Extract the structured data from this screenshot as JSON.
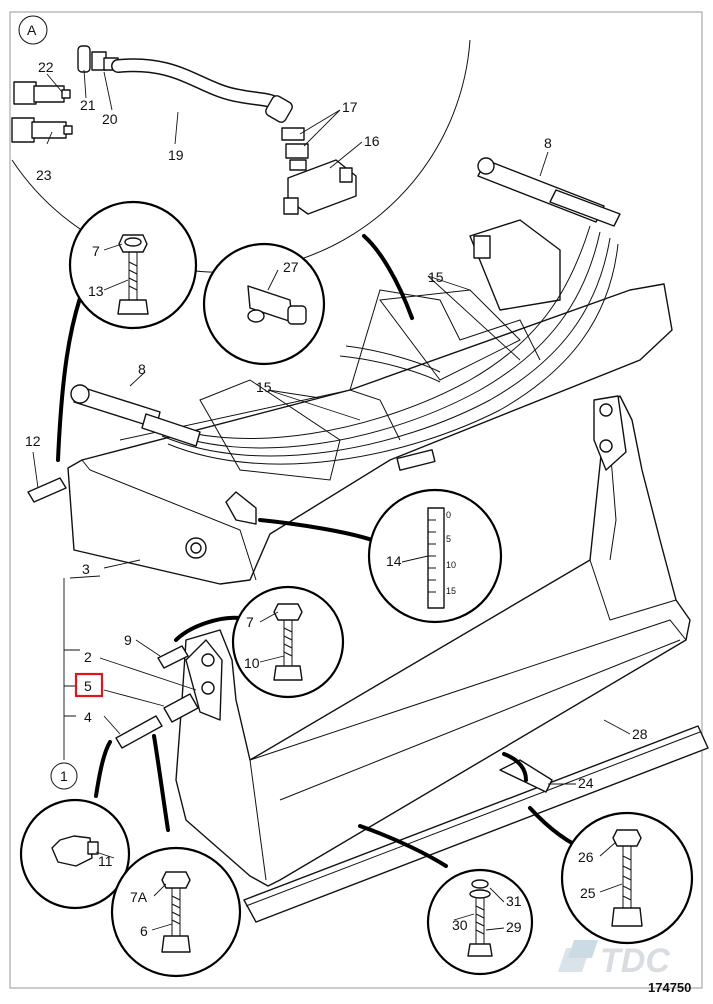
{
  "diagram": {
    "view_marker": "A",
    "highlighted_label": "5",
    "figure_number": "174750",
    "watermark": "TDC",
    "scale_ticks": [
      "0",
      "5",
      "10",
      "15"
    ],
    "part_labels": {
      "p22": "22",
      "p21": "21",
      "p20": "20",
      "p19": "19",
      "p17": "17",
      "p16": "16",
      "p23": "23",
      "p8a": "8",
      "p7a": "7",
      "p13": "13",
      "p27": "27",
      "p15a": "15",
      "p15b": "15",
      "p8b": "8",
      "p12": "12",
      "p14": "14",
      "p3": "3",
      "p9": "9",
      "p7b": "7",
      "p10": "10",
      "p2": "2",
      "p5": "5",
      "p4": "4",
      "p1": "1",
      "p28": "28",
      "p24": "24",
      "p11": "11",
      "p7A": "7A",
      "p6": "6",
      "p26": "26",
      "p25": "25",
      "p31": "31",
      "p30": "30",
      "p29": "29"
    }
  }
}
